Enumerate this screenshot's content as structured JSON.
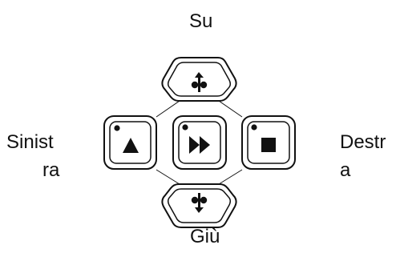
{
  "labels": {
    "up": "Su",
    "down": "Giù",
    "left_line1": "Sinist",
    "left_line2": "ra",
    "right_line1": "Destr",
    "right_line2": "a"
  },
  "buttons": {
    "up": {
      "icon": "pan-focus-up-icon"
    },
    "down": {
      "icon": "pan-focus-down-icon"
    },
    "left": {
      "icon": "record-play-triangle-icon"
    },
    "center": {
      "icon": "record-fast-forward-icon"
    },
    "right": {
      "icon": "record-stop-icon"
    }
  },
  "colors": {
    "stroke": "#111111",
    "fill": "#ffffff",
    "accent": "#111111"
  }
}
